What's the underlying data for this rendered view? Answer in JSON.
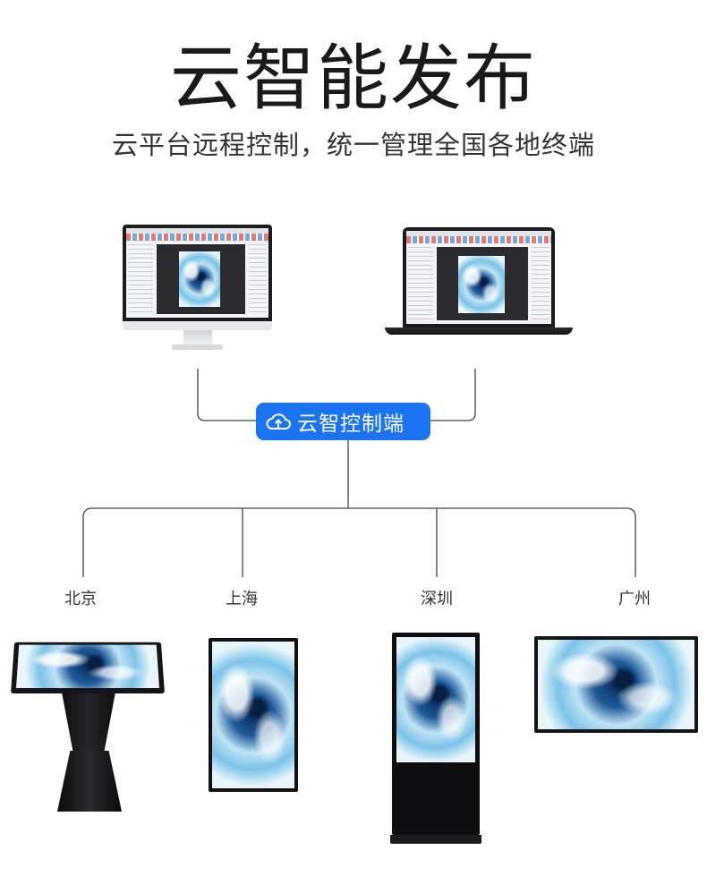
{
  "header": {
    "title": "云智能发布",
    "subtitle": "云平台远程控制，统一管理全国各地终端"
  },
  "hub": {
    "label": "云智控制端",
    "icon": "cloud-upload-icon",
    "color": "#1a73f0"
  },
  "cities": [
    "北京",
    "上海",
    "深圳",
    "广州"
  ]
}
